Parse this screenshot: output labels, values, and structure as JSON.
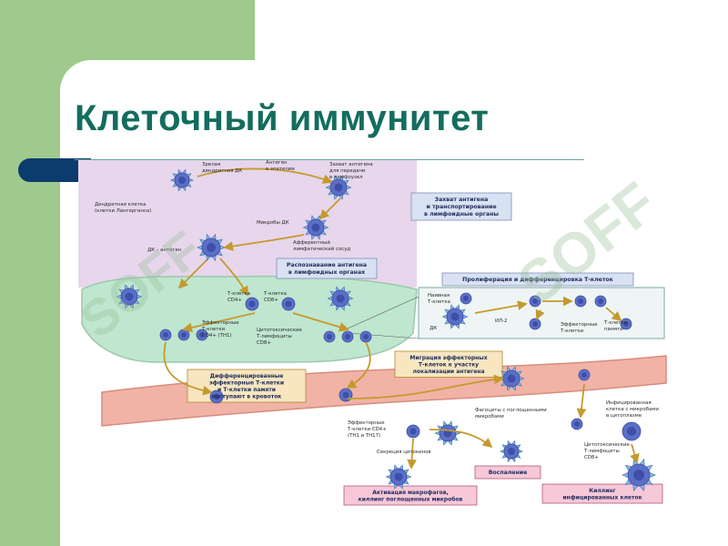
{
  "slide": {
    "title": "Клеточный иммунитет"
  },
  "watermark": {
    "text": "SOFF"
  },
  "colors": {
    "background_green": "#9fc98d",
    "title": "#136d5e",
    "accent_bar": "#0c3b6e",
    "node_fill": "#d9d6ee",
    "lymph_node": "#bfe6cf",
    "vessel": "#f0b3a6"
  },
  "diagram": {
    "boxes": [
      {
        "id": "box1",
        "lines": [
          "Захват антигена",
          "и транспортирование",
          "в лимфоидные органы"
        ]
      },
      {
        "id": "box2",
        "lines": [
          "Распознавание антигена",
          "в лимфоидных органах"
        ]
      },
      {
        "id": "box3",
        "lines": [
          "Пролиферация и дифференцировка Т-клеток"
        ]
      },
      {
        "id": "box4",
        "lines": [
          "Дифференцированные",
          "эффекторные Т-клетки",
          "и Т-клетки памяти",
          "поступают в кровоток"
        ]
      },
      {
        "id": "box5",
        "lines": [
          "Миграция эффекторных",
          "Т-клеток к участку",
          "локализации антигена"
        ]
      },
      {
        "id": "box6",
        "lines": [
          "Воспаление"
        ]
      },
      {
        "id": "box7",
        "lines": [
          "Активация макрофагов,",
          "киллинг поглощенных микробов"
        ]
      },
      {
        "id": "box8",
        "lines": [
          "Киллинг",
          "инфицированных клеток"
        ]
      }
    ],
    "labels": [
      {
        "id": "l1",
        "lines": [
          "Зрелая",
          "дендритная ДК"
        ]
      },
      {
        "id": "l2",
        "lines": [
          "Антиген",
          "в эпителии"
        ]
      },
      {
        "id": "l3",
        "lines": [
          "Дендритная клетка",
          "(клетки Лангерганса)"
        ]
      },
      {
        "id": "l4",
        "lines": [
          "Микробы ДК"
        ]
      },
      {
        "id": "l5",
        "lines": [
          "ДК – антиген"
        ]
      },
      {
        "id": "l6",
        "lines": [
          "Афферентный",
          "лимфатический сосуд"
        ]
      },
      {
        "id": "l7",
        "lines": [
          "Т-клетка",
          "CD4+"
        ]
      },
      {
        "id": "l8",
        "lines": [
          "Т-клетка",
          "CD8+"
        ]
      },
      {
        "id": "l9",
        "lines": [
          "Эффекторные",
          "Т-клетки",
          "CD4+ (TH1)"
        ]
      },
      {
        "id": "l10",
        "lines": [
          "Цитотоксические",
          "Т-лимфоциты",
          "CD8+"
        ]
      },
      {
        "id": "l11",
        "lines": [
          "Наивная",
          "Т-клетка"
        ]
      },
      {
        "id": "l12",
        "lines": [
          "ДК"
        ]
      },
      {
        "id": "l13",
        "lines": [
          "ИЛ-2"
        ]
      },
      {
        "id": "l14",
        "lines": [
          "Эффекторные",
          "Т-клетки"
        ]
      },
      {
        "id": "l15",
        "lines": [
          "Т-клетки",
          "памяти"
        ]
      },
      {
        "id": "l16",
        "lines": [
          "Эффекторные",
          "Т-клетки CD4+",
          "(TH1 и TH17)"
        ]
      },
      {
        "id": "l17",
        "lines": [
          "Фагоциты с поглощенными",
          "микробами"
        ]
      },
      {
        "id": "l18",
        "lines": [
          "Секреция цитокинов"
        ]
      },
      {
        "id": "l19",
        "lines": [
          "Инфицированная",
          "клетка с микробами",
          "в цитоплазме"
        ]
      },
      {
        "id": "l20",
        "lines": [
          "Цитотоксические",
          "Т-лимфоциты",
          "CD8+"
        ]
      },
      {
        "id": "l21",
        "lines": [
          "Захват антигена",
          "для передачи",
          "в лимфоузел"
        ]
      }
    ]
  }
}
